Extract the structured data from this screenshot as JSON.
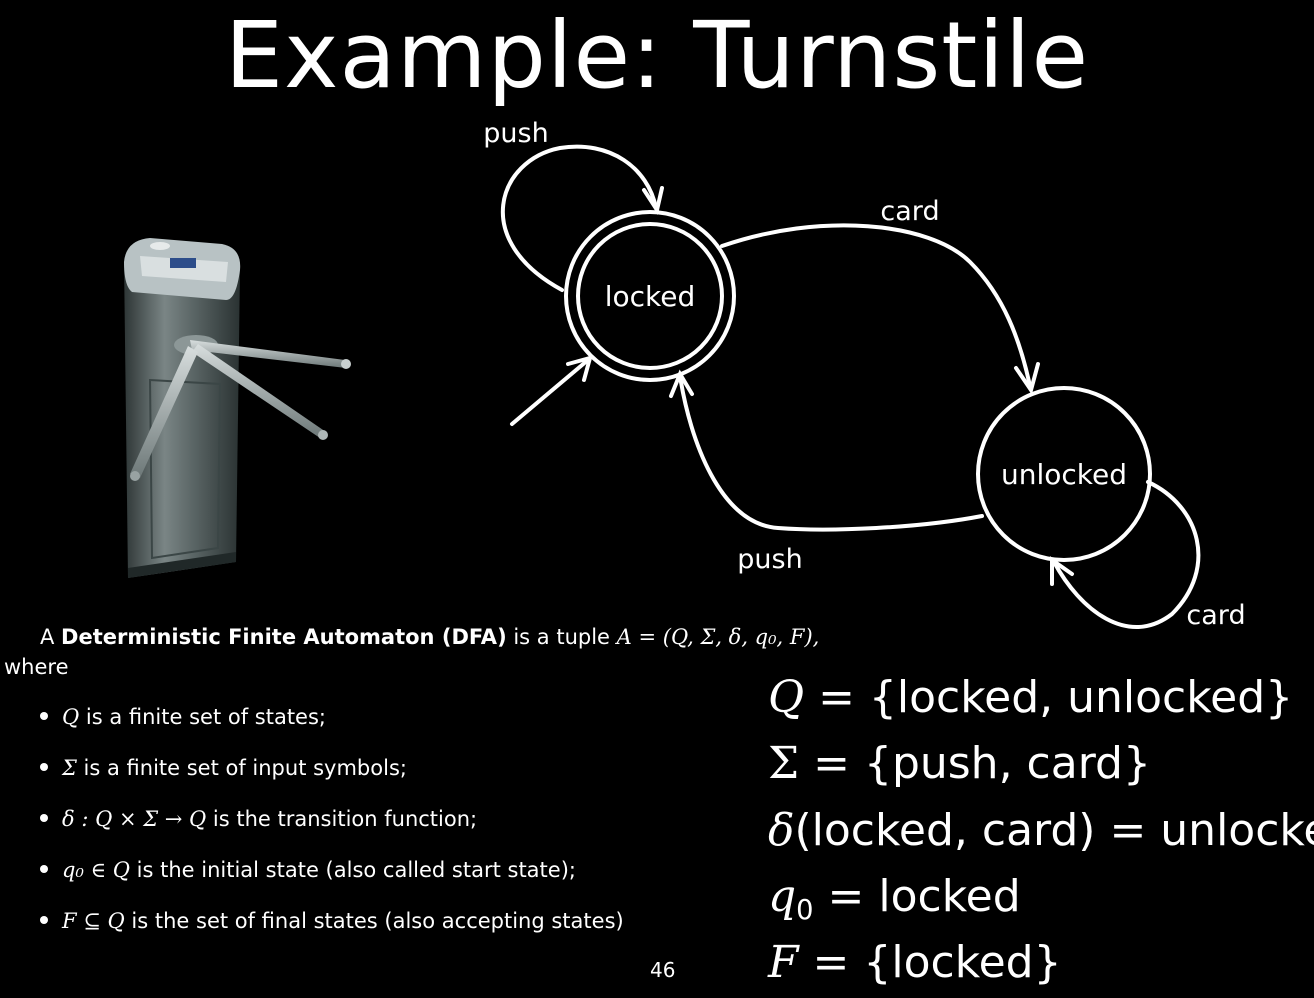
{
  "slide": {
    "title": "Example: Turnstile",
    "page_number": "46"
  },
  "diagram": {
    "states": {
      "locked": "locked",
      "unlocked": "unlocked"
    },
    "transitions": {
      "locked_self_push": "push",
      "locked_to_unlocked_card": "card",
      "unlocked_to_locked_push": "push",
      "unlocked_self_card": "card"
    }
  },
  "definition": {
    "intro_prefix": "A ",
    "dfa_name": "Deterministic Finite Automaton",
    "open_paren": " (",
    "dfa_abbrev": "DFA",
    "close_paren": ")",
    "intro_mid": " is a tuple ",
    "tuple_formula": "A = (Q, Σ, δ, q₀, F),",
    "where": "where",
    "bullets": [
      {
        "symbol": "Q",
        "text": " is a finite set of states;"
      },
      {
        "symbol": "Σ",
        "text": " is a finite set of input symbols;"
      },
      {
        "symbol": "δ : Q × Σ → Q",
        "text": " is the transition function;"
      },
      {
        "symbol": "q₀ ∈ Q",
        "text": " is the initial state (also called start state);"
      },
      {
        "symbol": "F ⊆ Q",
        "text": " is the set of final states (also accepting states)"
      }
    ]
  },
  "equations": {
    "Q_lhs": "Q",
    "Q_rhs": " = {locked, unlocked}",
    "Sigma_lhs": "Σ",
    "Sigma_rhs": " = {push, card}",
    "delta_lhs": "δ",
    "delta_rhs": "(locked, card) = unlocked",
    "q0_lhs": "q",
    "q0_sub": "0",
    "q0_rhs": " = locked",
    "F_lhs": "F",
    "F_rhs": " = {locked}"
  },
  "image": {
    "icon": "turnstile-image"
  }
}
